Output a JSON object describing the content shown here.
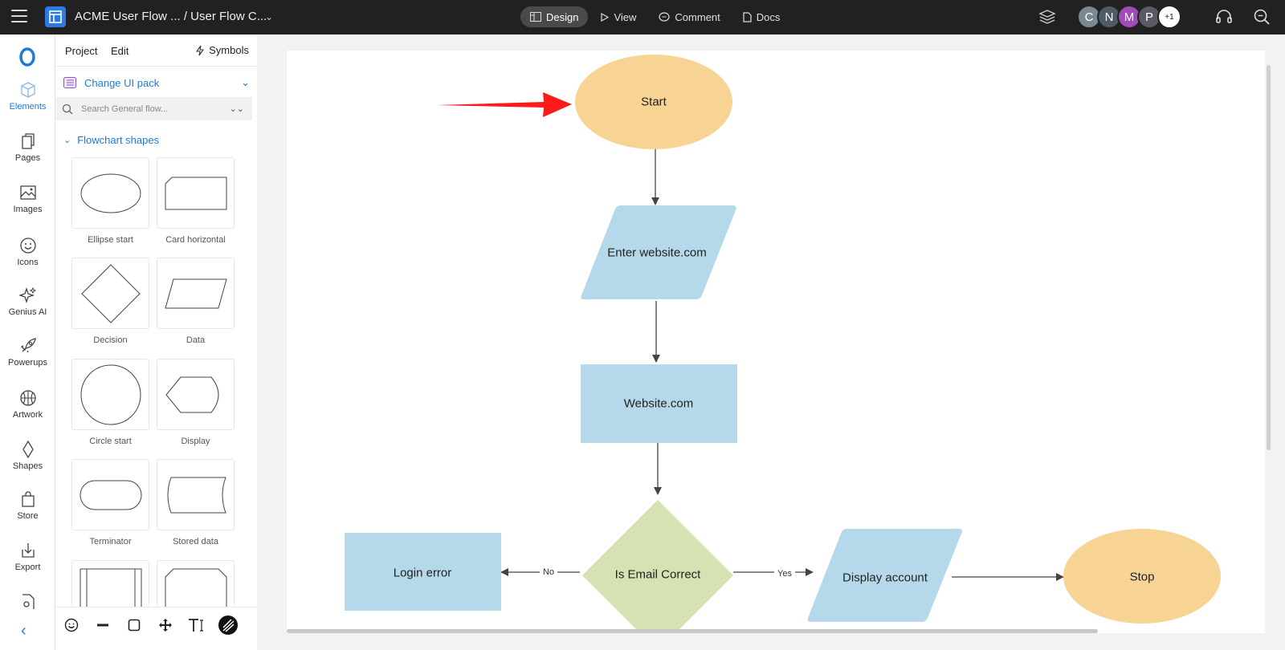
{
  "topbar": {
    "title": "ACME User Flow ... / User Flow C...",
    "nav": [
      {
        "label": "Design",
        "icon": "design-icon",
        "active": true
      },
      {
        "label": "View",
        "icon": "play-icon"
      },
      {
        "label": "Comment",
        "icon": "comment-icon"
      },
      {
        "label": "Docs",
        "icon": "docs-icon"
      }
    ],
    "avatars": [
      {
        "initial": "C",
        "color": "#7a8a92"
      },
      {
        "initial": "N",
        "color": "#4f5b66"
      },
      {
        "initial": "M",
        "color": "#a14bb8"
      },
      {
        "initial": "P",
        "color": "#5a5a66"
      },
      {
        "initial": "+1",
        "color": "#ffffff"
      }
    ]
  },
  "rail": {
    "items": [
      "Elements",
      "Pages",
      "Images",
      "Icons",
      "Genius AI",
      "Powerups",
      "Artwork",
      "Shapes",
      "Store",
      "Export"
    ]
  },
  "panel": {
    "tabs": {
      "project": "Project",
      "edit": "Edit",
      "symbols": "Symbols"
    },
    "ui_pack": "Change UI pack",
    "search_placeholder": "Search General flow...",
    "section": "Flowchart shapes",
    "shapes": [
      "Ellipse start",
      "Card horizontal",
      "Decision",
      "Data",
      "Circle start",
      "Display",
      "Terminator",
      "Stored data"
    ]
  },
  "flow": {
    "start": "Start",
    "enter": "Enter website.com",
    "website": "Website.com",
    "decision": "Is Email Correct",
    "error": "Login error",
    "display": "Display account",
    "stop": "Stop",
    "no": "No",
    "yes": "Yes"
  },
  "colors": {
    "accent": "#1e7ad6",
    "terminal": "#f7d394",
    "process": "#b5d8ea",
    "decision": "#d6e2b2",
    "arrow_red": "#ff1a1a"
  }
}
